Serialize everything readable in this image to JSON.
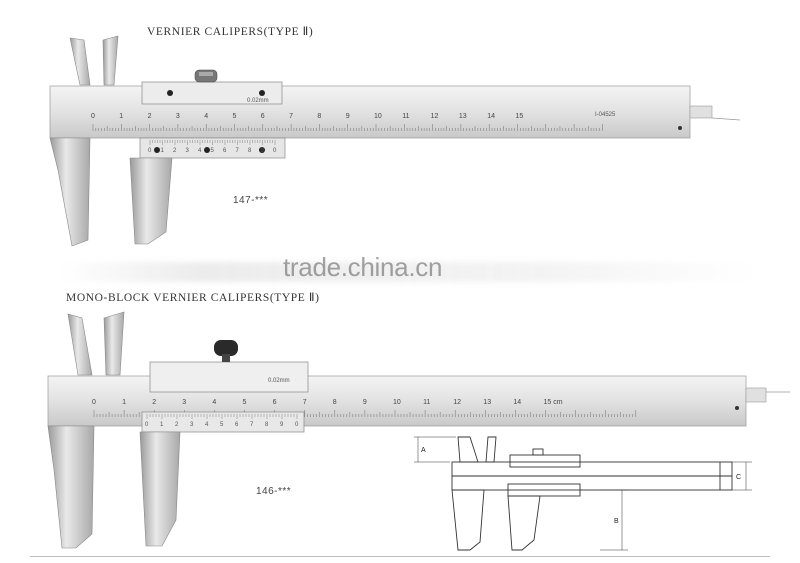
{
  "titles": {
    "caliper_1": "VERNIER CALIPERS(TYPE Ⅱ)",
    "caliper_2": "MONO-BLOCK VERNIER CALIPERS(TYPE Ⅱ)"
  },
  "models": {
    "caliper_1": "147-***",
    "caliper_2": "146-***"
  },
  "watermark": "trade.china.cn",
  "caliper_1": {
    "resolution": "0.02mm",
    "scale_numbers": [
      "0",
      "1",
      "2",
      "3",
      "4",
      "5",
      "6",
      "7",
      "8",
      "9",
      "10",
      "11",
      "12",
      "13",
      "14",
      "15"
    ],
    "serial": "I-04525",
    "vernier_numbers": [
      "0",
      "1",
      "2",
      "3",
      "4",
      "5",
      "6",
      "7",
      "8",
      "9",
      "0"
    ]
  },
  "caliper_2": {
    "resolution": "0.02mm",
    "scale_numbers": [
      "0",
      "1",
      "2",
      "3",
      "4",
      "5",
      "6",
      "7",
      "8",
      "9",
      "10",
      "11",
      "12",
      "13",
      "14",
      "15 cm"
    ],
    "vernier_numbers": [
      "0",
      "1",
      "2",
      "3",
      "4",
      "5",
      "6",
      "7",
      "8",
      "9",
      "0"
    ]
  },
  "diagram": {
    "labels": {
      "a": "A",
      "b": "B",
      "c": "C"
    }
  }
}
